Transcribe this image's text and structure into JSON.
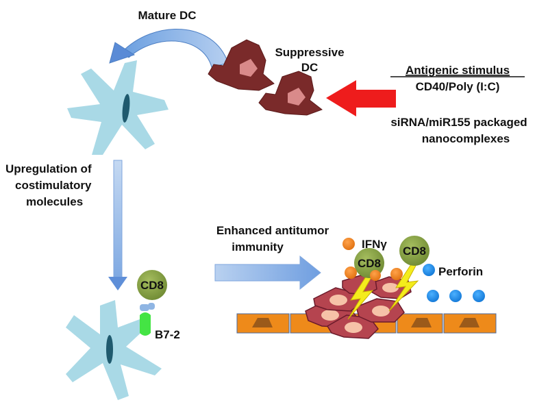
{
  "labels": {
    "mature_dc": "Mature DC",
    "suppressive_dc_line1": "Suppressive",
    "suppressive_dc_line2": "DC",
    "antigenic_stimulus": "Antigenic stimulus",
    "cd40_polyic": "CD40/Poly (I:C)",
    "sirna_line1": "siRNA/miR155 packaged",
    "sirna_line2": "nanocomplexes",
    "upregulation_line1": "Upregulation of",
    "upregulation_line2": "costimulatory",
    "upregulation_line3": "molecules",
    "enhanced_line1": "Enhanced antitumor",
    "enhanced_line2": "immunity",
    "cd8": "CD8",
    "b7_2": "B7-2",
    "ifng": "IFNγ",
    "perforin": "Perforin"
  },
  "colors": {
    "mature_dc": "#a9d9e6",
    "mature_dc_nucleus": "#1f5a6e",
    "suppressive_dc": "#7a2a2a",
    "suppressive_dc_nucleus": "#d98a8a",
    "red_arrow": "#ee1c1c",
    "blue_arrow": "#a9c8ec",
    "cd8_cell": "#8aa245",
    "b7_2": "#44e444",
    "tcr": "#8fb5e3",
    "tumor_cell": "#b5444f",
    "tumor_nucleus": "#f6c2a8",
    "tumor_bed": "#ee8a1a",
    "tumor_bed_mark": "#9b5a1a",
    "ifng_dot": "#f0821e",
    "perforin_dot": "#1b8ee8",
    "lightning": "#f4ec1c"
  }
}
